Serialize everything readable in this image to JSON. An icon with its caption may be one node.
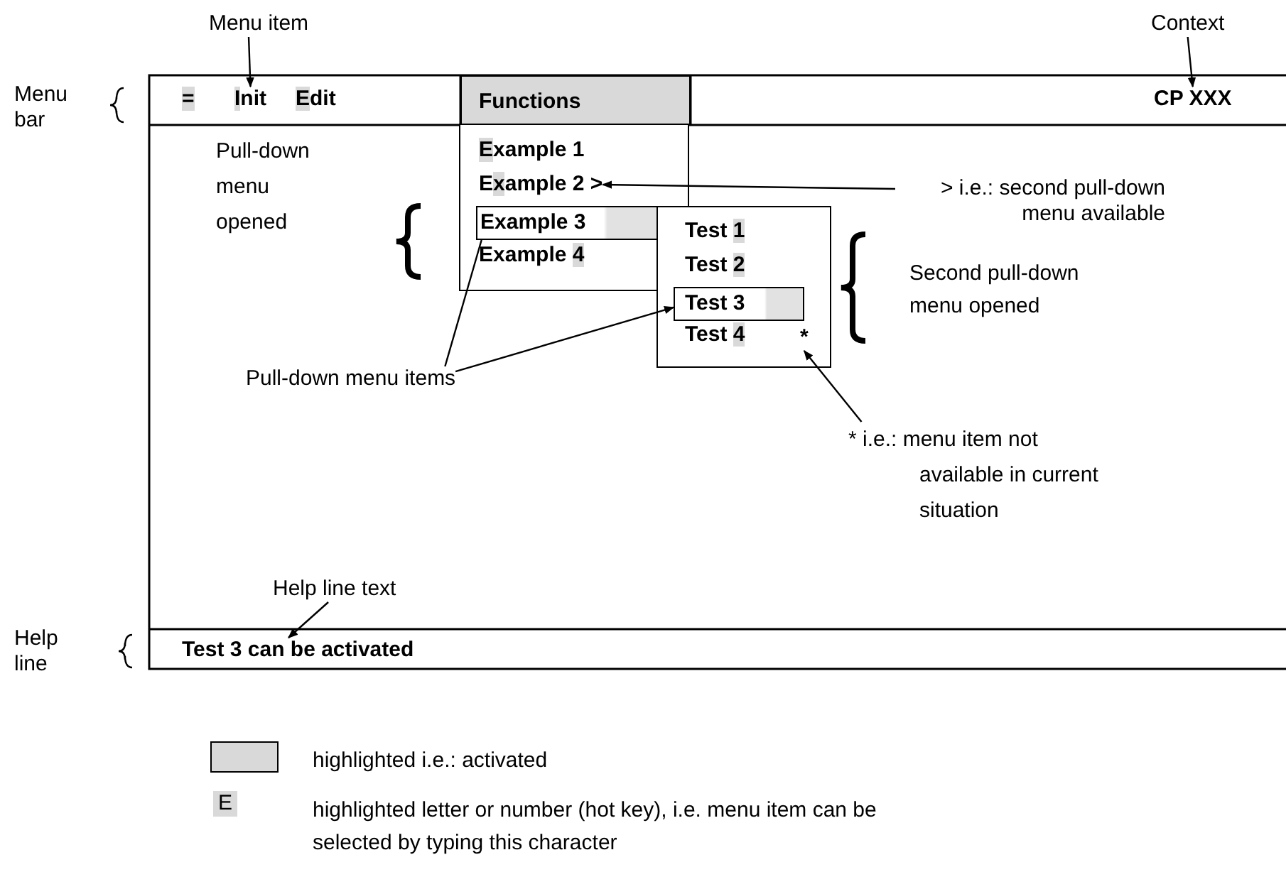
{
  "diagram": {
    "nodes": [
      {
        "text": [
          "Menu item"
        ]
      },
      {
        "text": [
          "Context"
        ]
      },
      {
        "text": [
          "="
        ]
      },
      {
        "text": [
          "Init"
        ]
      },
      {
        "text": [
          "Edit"
        ]
      },
      {
        "text": [
          "Functions"
        ]
      },
      {
        "text": [
          "CP XXX"
        ]
      },
      {
        "text": [],
        "shape": "box"
      },
      {
        "text": [
          "Example 1"
        ],
        "in": 7
      },
      {
        "text": [
          "Example 2 >"
        ],
        "in": 7
      },
      {
        "text": [
          "Example 3"
        ],
        "in": 7
      },
      {
        "text": [
          "Example 4"
        ],
        "in": 7
      },
      {
        "text": [],
        "shape": "box"
      },
      {
        "text": [
          "Test 1"
        ],
        "in": 12
      },
      {
        "text": [
          "Test 2"
        ],
        "in": 12
      },
      {
        "text": [
          "Test 3"
        ],
        "in": 12
      },
      {
        "text": [
          "Test 4"
        ],
        "in": 12
      },
      {
        "text": [
          "*"
        ],
        "in": 12
      },
      {
        "text": [
          "> i.e.: second pull-down menu available"
        ]
      },
      {
        "text": [
          "Pull-down menu items"
        ]
      },
      {
        "text": [
          "* i.e.: menu item not available in current situation"
        ]
      },
      {
        "text": [
          "Help line text"
        ]
      },
      {
        "text": [
          "Test 3 can be activated"
        ]
      }
    ],
    "edges": [
      {
        "from": 0,
        "to": 3,
        "arrow": "to"
      },
      {
        "from": 1,
        "to": 6,
        "arrow": "to"
      },
      {
        "from": 18,
        "to": 9,
        "arrow": "to"
      },
      {
        "from": 19,
        "to": 10,
        "arrow": "none"
      },
      {
        "from": 19,
        "to": 15,
        "arrow": "to"
      },
      {
        "from": 20,
        "to": 17,
        "arrow": "to"
      },
      {
        "from": 21,
        "to": 22,
        "arrow": "to"
      }
    ],
    "labels": [
      "Menu bar",
      "Pull-down menu opened",
      "Second pull-down menu opened",
      "Help line",
      "E"
    ],
    "legend": [
      {
        "text": "highlighted i.e.: activated",
        "color": "#d9d9d9"
      },
      {
        "text": "highlighted letter or number (hot key), i.e. menu item can be selected by typing this character"
      }
    ]
  }
}
